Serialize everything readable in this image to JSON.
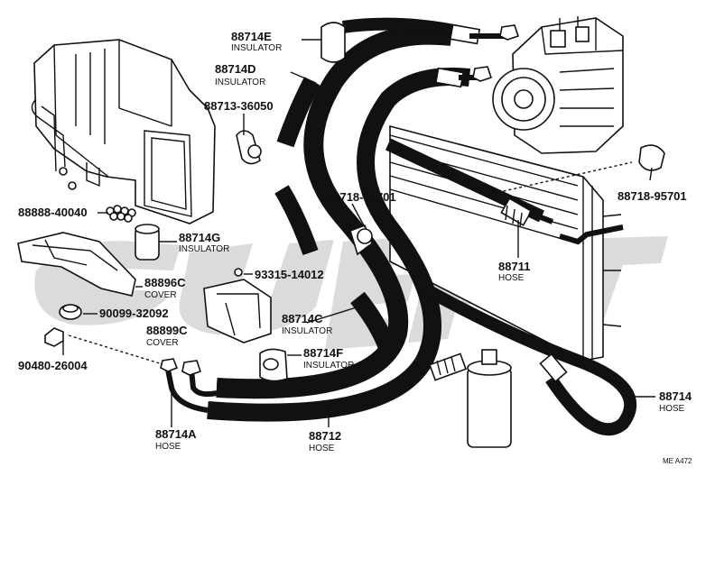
{
  "figure_ref": "ME  A472",
  "watermark": "",
  "colors": {
    "line": "#111111",
    "watermark": "#c8c8c8",
    "background": "#ffffff"
  },
  "parts": {
    "p88714E": {
      "number": "88714E",
      "desc": "INSULATOR"
    },
    "p88714D": {
      "number": "88714D",
      "desc": "INSULATOR"
    },
    "p88713": {
      "number": "88713-36050"
    },
    "p88888": {
      "number": "88888-40040"
    },
    "p88714G": {
      "number": "88714G",
      "desc": "INSULATOR"
    },
    "p88896C": {
      "number": "88896C",
      "desc": "COVER"
    },
    "p90099": {
      "number": "90099-32092"
    },
    "p88899C": {
      "number": "88899C",
      "desc": "COVER"
    },
    "p90480": {
      "number": "90480-26004"
    },
    "p93315": {
      "number": "93315-14012"
    },
    "p88718a": {
      "number": "88718-95701"
    },
    "p88718b": {
      "number": "88718-95701"
    },
    "p88711": {
      "number": "88711",
      "desc": "HOSE"
    },
    "p88714C": {
      "number": "88714C",
      "desc": "INSULATOR"
    },
    "p88714F": {
      "number": "88714F",
      "desc": "INSULATOR"
    },
    "p88714": {
      "number": "88714",
      "desc": "HOSE"
    },
    "p88714A": {
      "number": "88714A",
      "desc": "HOSE"
    },
    "p88712": {
      "number": "88712",
      "desc": "HOSE"
    }
  }
}
